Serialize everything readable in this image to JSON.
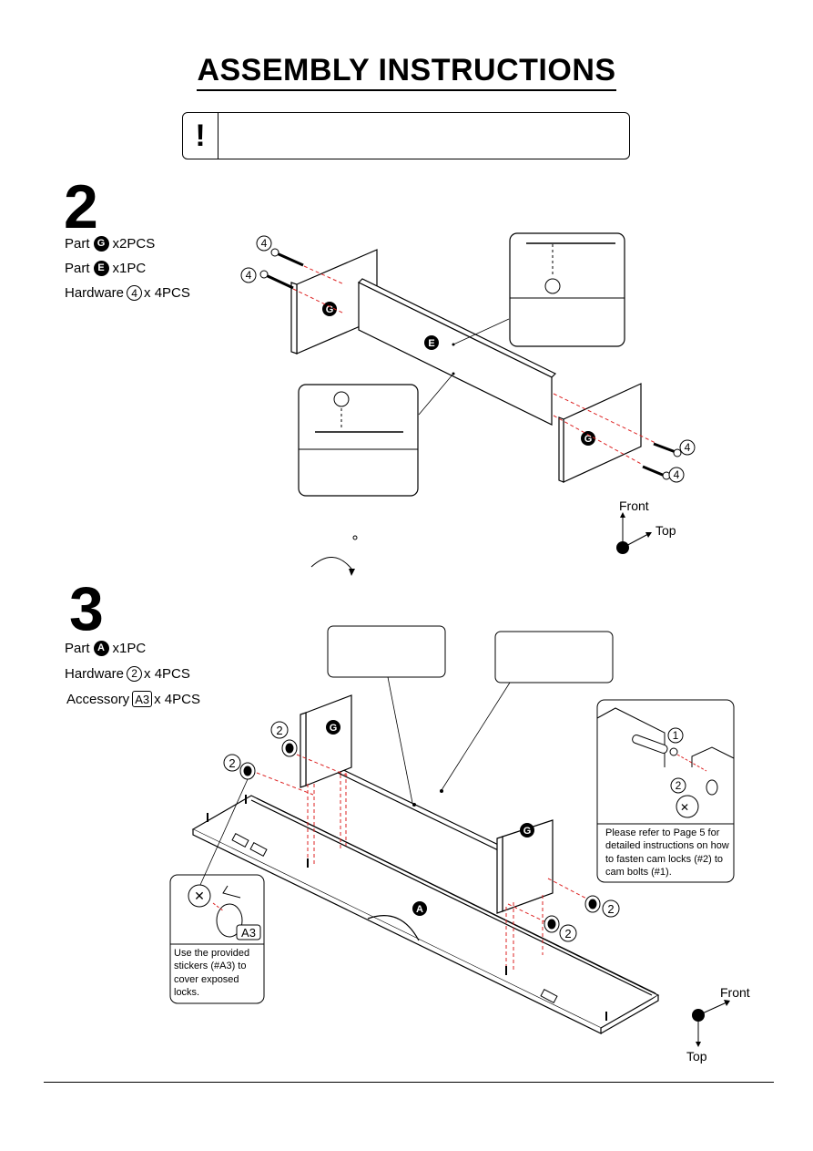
{
  "title": "ASSEMBLY INSTRUCTIONS",
  "warning": {
    "icon": "exclamation-icon",
    "symbol": "!"
  },
  "step2": {
    "number": "2",
    "parts": [
      {
        "prefix": "Part",
        "badge": "G",
        "suffix": "x2PCS"
      },
      {
        "prefix": "Part",
        "badge": "E",
        "suffix": "x1PC"
      },
      {
        "prefix": "Hardware",
        "badge": "4",
        "suffix": "x 4PCS"
      }
    ],
    "panel_labels": {
      "left_panel": "G",
      "center_panel": "E",
      "right_panel": "G"
    },
    "screw_callout": "4",
    "axes": {
      "front": "Front",
      "top": "Top"
    }
  },
  "step3": {
    "number": "3",
    "parts": [
      {
        "prefix": "Part",
        "badge": "A",
        "suffix": "x1PC"
      },
      {
        "prefix": "Hardware",
        "badge": "2",
        "suffix": "x 4PCS"
      },
      {
        "prefix": "Accessory",
        "badge": "A3",
        "suffix": "x 4PCS"
      }
    ],
    "panel_labels": {
      "left_panel": "G",
      "right_panel": "G",
      "base_panel": "A"
    },
    "cam_callout": "2",
    "detail_callouts": {
      "bolt": "1",
      "cam": "2"
    },
    "detail_note": "Please refer to Page 5 for detailed instructions on how to fasten cam locks (#2)  to cam bolts (#1).",
    "sticker_label": "A3",
    "sticker_note": "Use the provided stickers (#A3) to cover exposed locks.",
    "axes": {
      "front": "Front",
      "top": "Top"
    }
  }
}
